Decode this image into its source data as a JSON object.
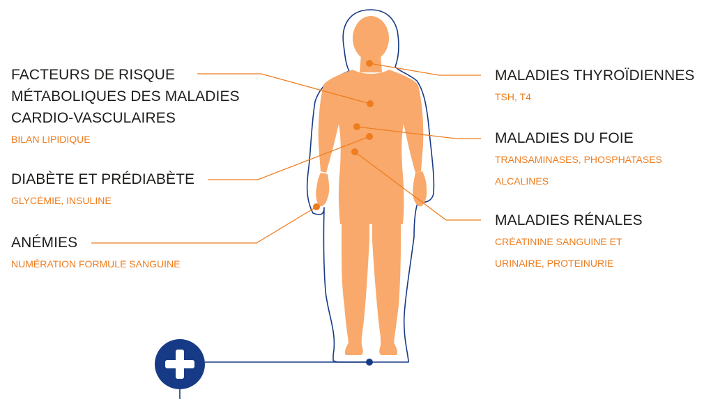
{
  "colors": {
    "body_fill": "#F9A96B",
    "outline": "#173A86",
    "connector": "#EE7D1F",
    "title_text": "#1D1D1B",
    "sub_text": "#EE7D1F",
    "button_bg": "#173A86"
  },
  "left_labels": [
    {
      "id": "risque",
      "title": "FACTEURS DE RISQUE\nMÉTABOLIQUES DES MALADIES\nCARDIO-VASCULAIRES",
      "sub": "BILAN LIPIDIQUE"
    },
    {
      "id": "diabete",
      "title": "DIABÈTE ET PRÉDIABÈTE",
      "sub": "GLYCÉMIE, INSULINE"
    },
    {
      "id": "anemies",
      "title": "ANÉMIES",
      "sub": "NUMÉRATION FORMULE SANGUINE"
    }
  ],
  "right_labels": [
    {
      "id": "thyroide",
      "title": "MALADIES THYROÏDIENNES",
      "sub": "TSH, T4"
    },
    {
      "id": "foie",
      "title": "MALADIES DU FOIE",
      "sub": "TRANSAMINASES, PHOSPHATASES\nALCALINES"
    },
    {
      "id": "renales",
      "title": "MALADIES RÉNALES",
      "sub": "CRÉATININE SANGUINE ET\nURINAIRE, PROTEINURIE"
    }
  ],
  "icons": {
    "plus": "plus-icon",
    "body": "human-body-silhouette"
  }
}
